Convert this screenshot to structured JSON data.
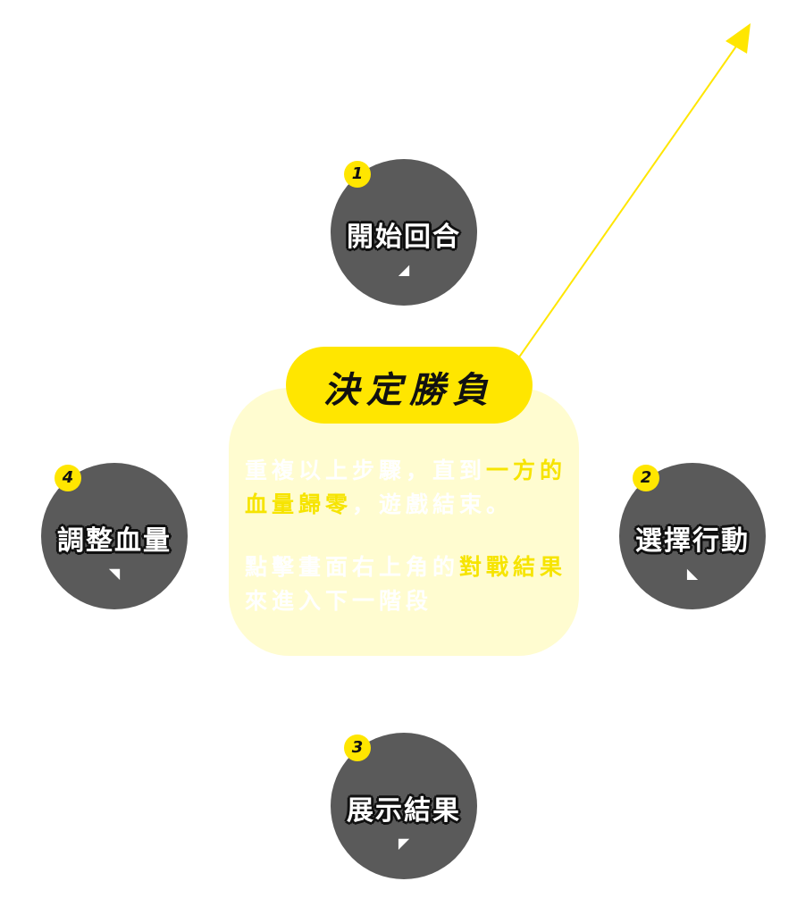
{
  "title": "決定勝負",
  "steps": [
    {
      "badge": "1",
      "label": "開始回合",
      "glyph": "◢"
    },
    {
      "badge": "2",
      "label": "選擇行動",
      "glyph": "◣"
    },
    {
      "badge": "3",
      "label": "展示結果",
      "glyph": "◤"
    },
    {
      "badge": "4",
      "label": "調整血量",
      "glyph": "◥"
    }
  ],
  "panel": {
    "p1_a": "重複以上步驟，直到",
    "p1_b": "一方的血量歸零",
    "p1_c": "，遊戲結束。",
    "p2_a": "點擊畫面右上角的",
    "p2_b": "對戰結果",
    "p2_c": "來進入下一階段"
  },
  "colors": {
    "accent": "#ffe600",
    "circle": "#5a5a5a",
    "panel": "#fffcd0"
  }
}
